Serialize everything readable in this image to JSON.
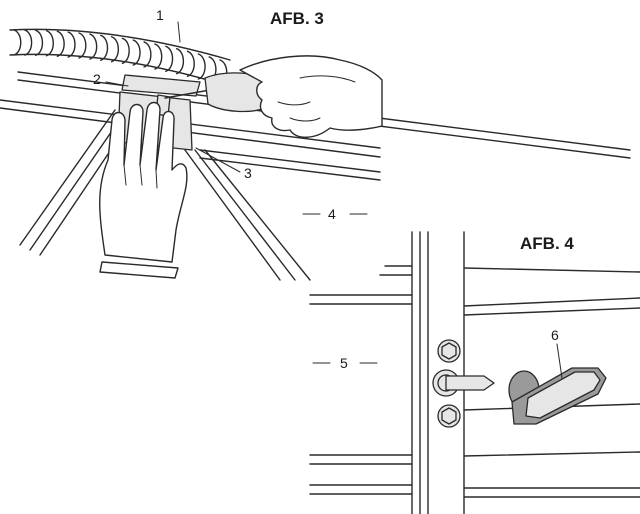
{
  "figures": {
    "fig3": {
      "title": "AFB. 3",
      "callouts": [
        "1",
        "2",
        "3"
      ]
    },
    "fig4": {
      "title": "AFB. 4",
      "callouts": [
        "4",
        "5",
        "6"
      ]
    }
  },
  "colors": {
    "line": "#2a2a2a",
    "fill_light": "#e6e6e6",
    "fill_dark": "#9a9a9a",
    "background": "#ffffff"
  }
}
